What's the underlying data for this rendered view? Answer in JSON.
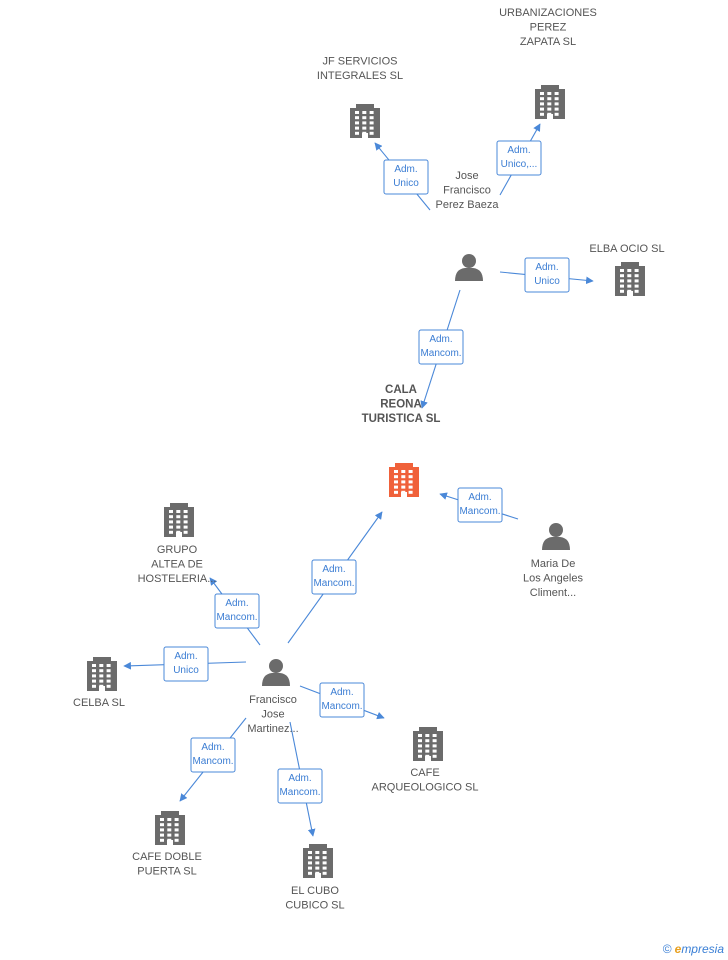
{
  "colors": {
    "edge": "#4a88d8",
    "company": "#6b6b6b",
    "person": "#6b6b6b",
    "highlight": "#f0613a"
  },
  "nodes": [
    {
      "id": "cala",
      "type": "company",
      "highlight": true,
      "label": [
        "CALA",
        "REONA",
        "TURISTICA SL"
      ]
    },
    {
      "id": "jf",
      "type": "company",
      "label": [
        "JF SERVICIOS",
        "INTEGRALES SL"
      ]
    },
    {
      "id": "urb",
      "type": "company",
      "label": [
        "URBANIZACIONES",
        "PEREZ",
        "ZAPATA SL"
      ]
    },
    {
      "id": "elba",
      "type": "company",
      "label": [
        "ELBA OCIO SL"
      ]
    },
    {
      "id": "jose",
      "type": "person",
      "label": [
        "Jose",
        "Francisco",
        "Perez Baeza"
      ]
    },
    {
      "id": "maria",
      "type": "person",
      "label": [
        "Maria De",
        "Los Angeles",
        "Climent..."
      ]
    },
    {
      "id": "fran",
      "type": "person",
      "label": [
        "Francisco",
        "Jose",
        "Martinez..."
      ]
    },
    {
      "id": "grupo",
      "type": "company",
      "label": [
        "GRUPO",
        "ALTEA DE",
        "HOSTELERIA..."
      ]
    },
    {
      "id": "celba",
      "type": "company",
      "label": [
        "CELBA SL"
      ]
    },
    {
      "id": "cafearq",
      "type": "company",
      "label": [
        "CAFE",
        "ARQUEOLOGICO SL"
      ]
    },
    {
      "id": "cafedoble",
      "type": "company",
      "label": [
        "CAFE DOBLE",
        "PUERTA SL"
      ]
    },
    {
      "id": "cubo",
      "type": "company",
      "label": [
        "EL CUBO",
        "CUBICO SL"
      ]
    }
  ],
  "edges": [
    {
      "from": "jose",
      "to": "jf",
      "role": [
        "Adm.",
        "Unico"
      ]
    },
    {
      "from": "jose",
      "to": "urb",
      "role": [
        "Adm.",
        "Unico,..."
      ]
    },
    {
      "from": "jose",
      "to": "elba",
      "role": [
        "Adm.",
        "Unico"
      ]
    },
    {
      "from": "jose",
      "to": "cala",
      "role": [
        "Adm.",
        "Mancom."
      ]
    },
    {
      "from": "maria",
      "to": "cala",
      "role": [
        "Adm.",
        "Mancom."
      ]
    },
    {
      "from": "fran",
      "to": "cala",
      "role": [
        "Adm.",
        "Mancom."
      ]
    },
    {
      "from": "fran",
      "to": "grupo",
      "role": [
        "Adm.",
        "Mancom."
      ]
    },
    {
      "from": "fran",
      "to": "celba",
      "role": [
        "Adm.",
        "Unico"
      ]
    },
    {
      "from": "fran",
      "to": "cafearq",
      "role": [
        "Adm.",
        "Mancom."
      ]
    },
    {
      "from": "fran",
      "to": "cafedoble",
      "role": [
        "Adm.",
        "Mancom."
      ]
    },
    {
      "from": "fran",
      "to": "cubo",
      "role": [
        "Adm.",
        "Mancom."
      ]
    }
  ],
  "brand": {
    "copyright": "©",
    "initial": "e",
    "rest": "mpresia"
  }
}
